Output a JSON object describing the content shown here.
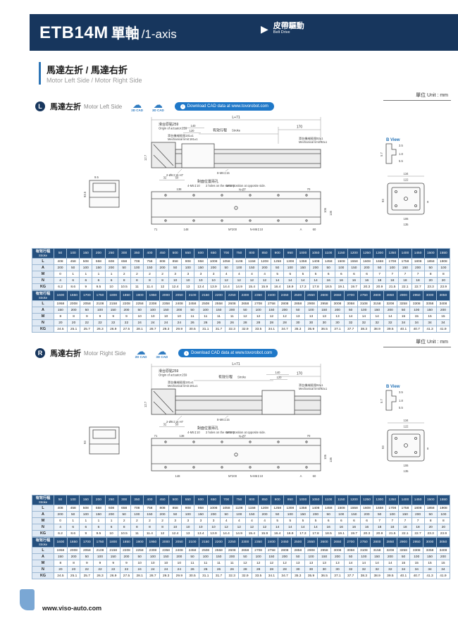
{
  "header": {
    "model": "ETB14M",
    "axis_cn": "單軸",
    "axis_en": "/1-axis",
    "drive_cn": "皮帶驅動",
    "drive_en": "Belt Drive"
  },
  "section_title": {
    "cn": "馬達左折 / 馬達右折",
    "en": "Motor Left Side / Motor Right Side"
  },
  "unit_label": "單位 Unit : mm",
  "cad": {
    "two_d": "2D CAD",
    "three_d": "3D CAD",
    "download": "Download CAD data at www.tovorobot.com"
  },
  "sections": {
    "left": {
      "badge": "L",
      "title_cn": "馬達左折",
      "title_en": "Motor Left Side"
    },
    "right": {
      "badge": "R",
      "title_cn": "馬達右折",
      "title_en": "Motor Right Side"
    }
  },
  "drawing": {
    "l71": "L+71",
    "origin_cn": "滑台原點259",
    "origin_en": "Origin of actuator:259",
    "stroke_cn": "有效行程",
    "stroke_en": "Stroke",
    "d170": "170",
    "d140": "140",
    "d120": "120",
    "limit_l_cn": "滑台機械極限181±1",
    "limit_l_en": "Mechanical limit:181±1",
    "limit_r_cn": "滑台機械極限92±1",
    "limit_r_en": "Mechanical limit:92±1",
    "d127": "12.7",
    "holes_dowel": "2-Ø6↧15 H7",
    "holes_top": "8-M6↧15",
    "bview": "B View",
    "d35": "3.5",
    "d57": "5.7",
    "d18": "1.8",
    "d55": "5.5",
    "d32": "32",
    "d50": "50",
    "opp_cn": "對面位置兩孔",
    "opp_holes": "4-M5↧10",
    "opp_en": "2 holes on the same position at opposite side.",
    "d935": "93.5",
    "d95": "9.5",
    "d134": "134",
    "d122": "122",
    "d93": "93",
    "d8": "8",
    "d106": "106",
    "d135": "135",
    "d138": "138",
    "m200": "M*200",
    "n_o7": "N-Ø7",
    "d70": "70",
    "d71": "71",
    "d148": "148",
    "n_m6": "N-M6↧10",
    "dA": "A",
    "d60": "60"
  },
  "tables": [
    {
      "header_cn": "有效行程",
      "header_en": "Stroke",
      "strokes": [
        "50",
        "100",
        "150",
        "200",
        "250",
        "300",
        "350",
        "400",
        "450",
        "500",
        "550",
        "600",
        "650",
        "700",
        "750",
        "800",
        "850",
        "900",
        "950",
        "1000",
        "1050",
        "1100",
        "1150",
        "1200",
        "1250",
        "1300",
        "1350",
        "1400",
        "1450",
        "1500",
        "1550"
      ],
      "rows": [
        {
          "label": "L",
          "values": [
            "408",
            "458",
            "508",
            "558",
            "608",
            "658",
            "708",
            "758",
            "808",
            "858",
            "908",
            "958",
            "1008",
            "1058",
            "1108",
            "1158",
            "1208",
            "1258",
            "1308",
            "1358",
            "1408",
            "1458",
            "1508",
            "1558",
            "1608",
            "1658",
            "1708",
            "1758",
            "1808",
            "1858",
            "1908"
          ]
        },
        {
          "label": "A",
          "values": [
            "200",
            "50",
            "100",
            "150",
            "200",
            "50",
            "100",
            "150",
            "200",
            "50",
            "100",
            "150",
            "200",
            "50",
            "100",
            "150",
            "200",
            "50",
            "100",
            "150",
            "200",
            "50",
            "100",
            "150",
            "200",
            "50",
            "100",
            "150",
            "200",
            "50",
            "100"
          ]
        },
        {
          "label": "M",
          "values": [
            "0",
            "1",
            "1",
            "1",
            "1",
            "2",
            "2",
            "2",
            "2",
            "3",
            "3",
            "3",
            "3",
            "4",
            "4",
            "4",
            "4",
            "5",
            "5",
            "5",
            "5",
            "6",
            "6",
            "6",
            "6",
            "7",
            "7",
            "7",
            "7",
            "8",
            "8"
          ]
        },
        {
          "label": "N",
          "values": [
            "4",
            "6",
            "6",
            "6",
            "6",
            "8",
            "8",
            "8",
            "8",
            "10",
            "10",
            "10",
            "10",
            "12",
            "12",
            "12",
            "12",
            "14",
            "14",
            "14",
            "14",
            "16",
            "16",
            "16",
            "16",
            "18",
            "18",
            "18",
            "18",
            "20",
            "20"
          ]
        },
        {
          "label": "KG",
          "values": [
            "6.2",
            "8.6",
            "9",
            "9.5",
            "10",
            "10.5",
            "11",
            "11.4",
            "12",
            "12.4",
            "13",
            "13.4",
            "13.9",
            "14.4",
            "14.9",
            "15.4",
            "15.9",
            "16.4",
            "16.9",
            "17.3",
            "17.8",
            "18.5",
            "19.1",
            "19.7",
            "20.3",
            "20.9",
            "21.5",
            "22.1",
            "22.7",
            "23.3",
            "23.9"
          ]
        }
      ]
    },
    {
      "header_cn": "有效行程",
      "header_en": "Stroke",
      "strokes": [
        "1600",
        "1650",
        "1700",
        "1750",
        "1800",
        "1850",
        "1900",
        "1950",
        "2000",
        "2050",
        "2100",
        "2150",
        "2200",
        "2250",
        "2300",
        "2350",
        "2400",
        "2450",
        "2500",
        "2550",
        "2600",
        "2650",
        "2700",
        "2750",
        "2800",
        "2850",
        "2900",
        "2950",
        "3000",
        "3050"
      ],
      "rows": [
        {
          "label": "L",
          "values": [
            "1958",
            "2008",
            "2058",
            "2108",
            "2158",
            "2208",
            "2258",
            "2308",
            "2358",
            "2408",
            "2458",
            "2508",
            "2558",
            "2608",
            "2658",
            "2708",
            "2758",
            "2808",
            "2858",
            "2908",
            "2958",
            "3008",
            "3058",
            "3108",
            "3158",
            "3208",
            "3258",
            "3308",
            "3358",
            "3408"
          ]
        },
        {
          "label": "A",
          "values": [
            "150",
            "200",
            "50",
            "100",
            "150",
            "200",
            "50",
            "100",
            "150",
            "200",
            "50",
            "100",
            "150",
            "200",
            "50",
            "100",
            "150",
            "200",
            "50",
            "100",
            "150",
            "200",
            "50",
            "100",
            "150",
            "200",
            "50",
            "100",
            "150",
            "200"
          ]
        },
        {
          "label": "M",
          "values": [
            "8",
            "8",
            "9",
            "9",
            "9",
            "9",
            "10",
            "10",
            "10",
            "10",
            "11",
            "11",
            "11",
            "11",
            "12",
            "12",
            "12",
            "12",
            "13",
            "13",
            "13",
            "13",
            "14",
            "14",
            "14",
            "14",
            "15",
            "15",
            "15",
            "15"
          ]
        },
        {
          "label": "N",
          "values": [
            "20",
            "20",
            "22",
            "22",
            "22",
            "22",
            "24",
            "24",
            "24",
            "24",
            "26",
            "26",
            "26",
            "26",
            "28",
            "28",
            "28",
            "28",
            "30",
            "30",
            "30",
            "30",
            "32",
            "32",
            "32",
            "32",
            "34",
            "34",
            "34",
            "34"
          ]
        },
        {
          "label": "KG",
          "values": [
            "24.5",
            "25.1",
            "25.7",
            "26.3",
            "26.9",
            "27.5",
            "28.1",
            "28.7",
            "29.3",
            "29.9",
            "30.5",
            "31.1",
            "31.7",
            "32.3",
            "32.9",
            "33.5",
            "34.1",
            "34.7",
            "35.3",
            "35.9",
            "36.5",
            "37.1",
            "37.7",
            "38.3",
            "38.9",
            "39.5",
            "40.1",
            "40.7",
            "41.3",
            "41.9"
          ]
        }
      ]
    }
  ],
  "footer": {
    "url": "www.viso-auto.com"
  }
}
